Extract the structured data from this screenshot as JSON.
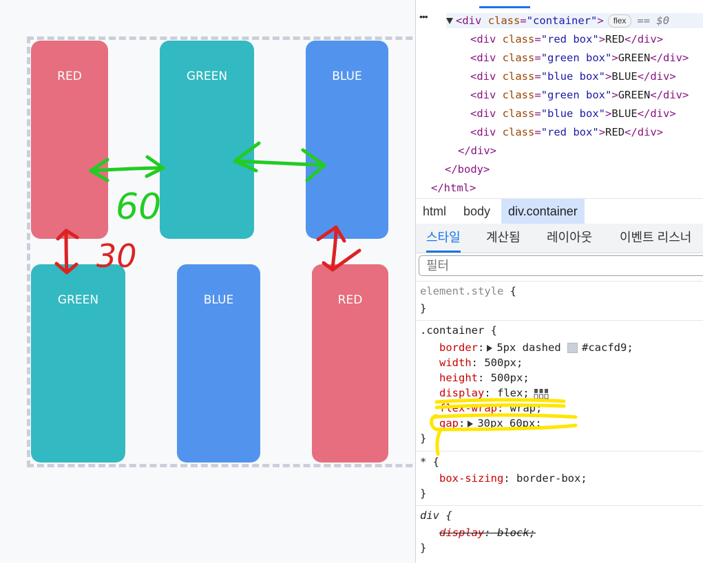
{
  "preview": {
    "boxes": [
      {
        "label": "RED",
        "color": "red"
      },
      {
        "label": "GREEN",
        "color": "green"
      },
      {
        "label": "BLUE",
        "color": "blue"
      },
      {
        "label": "GREEN",
        "color": "green"
      },
      {
        "label": "BLUE",
        "color": "blue"
      },
      {
        "label": "RED",
        "color": "red"
      }
    ],
    "annotations": {
      "column_gap": "60",
      "row_gap": "30"
    },
    "colors": {
      "red": "#e66e7e",
      "green": "#33b9c2",
      "blue": "#5294ed",
      "annot_green": "#22cc22",
      "annot_red": "#dd2222"
    }
  },
  "devtools": {
    "dom": {
      "container_tag": "div",
      "container_attr": "class",
      "container_class": "\"container\"",
      "badge": "flex",
      "selected_marker": "== $0",
      "children": [
        {
          "class": "\"red box\"",
          "text": "RED"
        },
        {
          "class": "\"green box\"",
          "text": "GREEN"
        },
        {
          "class": "\"blue box\"",
          "text": "BLUE"
        },
        {
          "class": "\"green box\"",
          "text": "GREEN"
        },
        {
          "class": "\"blue box\"",
          "text": "BLUE"
        },
        {
          "class": "\"red box\"",
          "text": "RED"
        }
      ],
      "close_div": "</div>",
      "close_body": "</body>",
      "close_html": "</html>"
    },
    "breadcrumb": [
      "html",
      "body",
      "div.container"
    ],
    "tabs": [
      "스타일",
      "계산됨",
      "레이아웃",
      "이벤트 리스너"
    ],
    "filter_placeholder": "필터",
    "rules": {
      "element_style": "element.style",
      "container_selector": ".container",
      "props": {
        "border_name": "border",
        "border_value_pre": "5px dashed",
        "border_color": "#cacfd9",
        "width_name": "width",
        "width_value": "500px;",
        "height_name": "height",
        "height_value": "500px;",
        "display_name": "display",
        "display_value": "flex;",
        "wrap_name": "flex-wrap",
        "wrap_value": "wrap;",
        "gap_name": "gap",
        "gap_value": "30px 60px;"
      },
      "universal_selector": "* {",
      "box_sizing_name": "box-sizing",
      "box_sizing_value": "border-box;",
      "div_selector": "div {",
      "div_prop_name": "display",
      "div_prop_value": "block;"
    },
    "highlight_color": "#ffe600"
  }
}
